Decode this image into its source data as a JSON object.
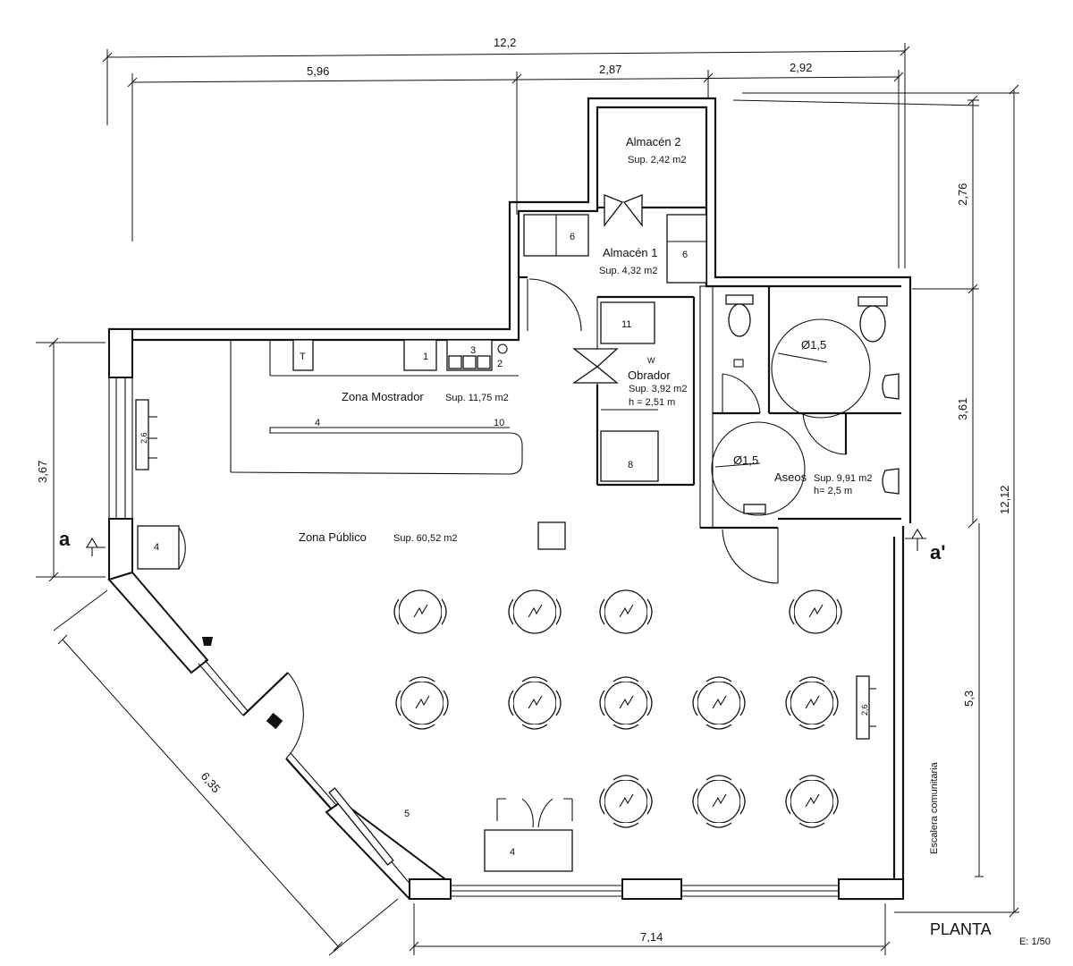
{
  "plan": {
    "title": "PLANTA",
    "scale": "E: 1/50",
    "section_marks": {
      "left": "a",
      "right": "a'"
    },
    "stair_label": "Escalera comunitaria"
  },
  "dimensions": {
    "total_width": "12,2",
    "top_left": "5,96",
    "top_middle": "2,87",
    "top_right": "2,92",
    "right_top": "2,76",
    "right_middle": "3,61",
    "right_bottom": "5,3",
    "right_total": "12,12",
    "left_height": "3,67",
    "diagonal": "6,35",
    "bottom": "7,14"
  },
  "rooms": {
    "almacen2": {
      "name": "Almacén 2",
      "area": "Sup. 2,42 m2"
    },
    "almacen1": {
      "name": "Almacén 1",
      "area": "Sup. 4,32 m2"
    },
    "mostrador": {
      "name": "Zona Mostrador",
      "area": "Sup. 11,75 m2"
    },
    "obrador": {
      "name": "Obrador",
      "area": "Sup. 3,92 m2",
      "height": "h = 2,51 m"
    },
    "aseos": {
      "name": "Aseos",
      "area": "Sup. 9,91 m2",
      "height": "h= 2,5 m"
    },
    "publico": {
      "name": "Zona Público",
      "area": "Sup. 60,52 m2"
    }
  },
  "turning_circles": {
    "upper": "Ø1,5",
    "lower": "Ø1,5"
  },
  "equipment_labels": {
    "t": "T",
    "n1": "1",
    "n2": "2",
    "n3": "3",
    "n4_counter": "4",
    "n10": "10",
    "n6_left": "6",
    "n6_right": "6",
    "n11": "11",
    "n8": "8",
    "n4_left": "4",
    "n4_bottom": "4",
    "n5": "5",
    "w": "W",
    "shelf_left": "2,6",
    "shelf_right": "2,6"
  }
}
